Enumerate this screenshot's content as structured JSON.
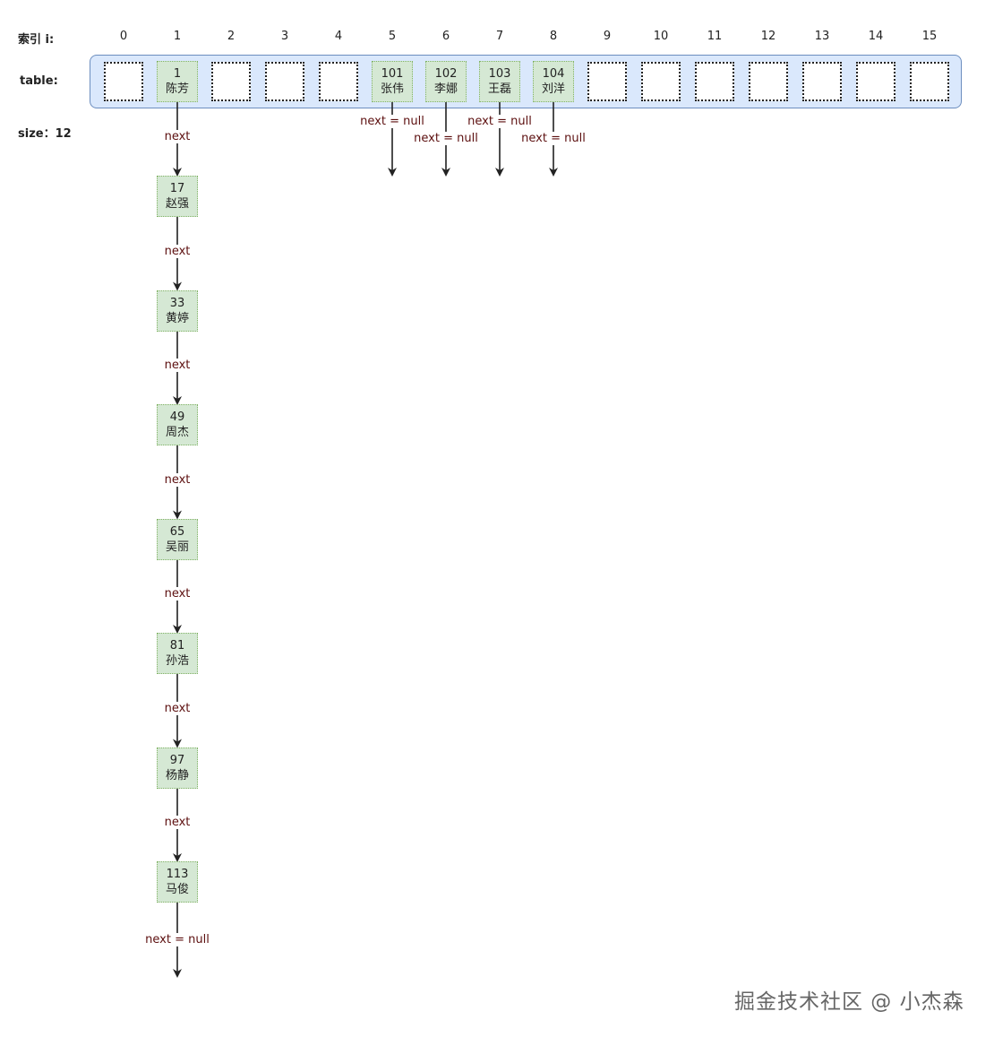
{
  "labels": {
    "index": "索引 i:",
    "table": "table:",
    "size": "size：12"
  },
  "indices": [
    "0",
    "1",
    "2",
    "3",
    "4",
    "5",
    "6",
    "7",
    "8",
    "9",
    "10",
    "11",
    "12",
    "13",
    "14",
    "15"
  ],
  "buckets": [
    {
      "slot": 1,
      "key": "1",
      "name": "陈芳"
    },
    {
      "slot": 5,
      "key": "101",
      "name": "张伟"
    },
    {
      "slot": 6,
      "key": "102",
      "name": "李娜"
    },
    {
      "slot": 7,
      "key": "103",
      "name": "王磊"
    },
    {
      "slot": 8,
      "key": "104",
      "name": "刘洋"
    }
  ],
  "chain": [
    {
      "key": "17",
      "name": "赵强"
    },
    {
      "key": "33",
      "name": "黄婷"
    },
    {
      "key": "49",
      "name": "周杰"
    },
    {
      "key": "65",
      "name": "吴丽"
    },
    {
      "key": "81",
      "name": "孙浩"
    },
    {
      "key": "97",
      "name": "杨静"
    },
    {
      "key": "113",
      "name": "马俊"
    }
  ],
  "edges": {
    "next": "next",
    "next_null": "next = null"
  },
  "colors": {
    "table_fill": "#dae8fc",
    "table_stroke": "#6c8ebf",
    "node_fill": "#d5e8d4",
    "node_stroke": "#82b366",
    "edge_label": "#5c0f0f"
  },
  "watermark": "掘金技术社区 @ 小杰森"
}
